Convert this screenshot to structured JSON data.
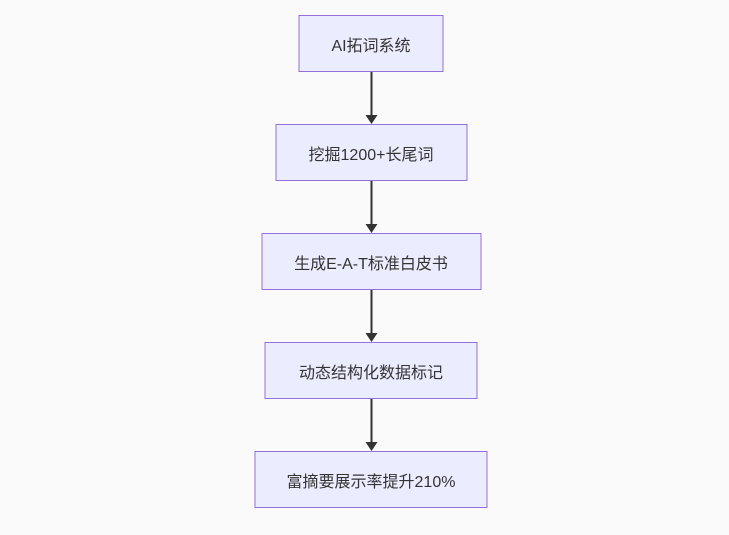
{
  "flowchart": {
    "type": "vertical-flow",
    "nodes": [
      {
        "label": "AI拓词系统"
      },
      {
        "label": "挖掘1200+长尾词"
      },
      {
        "label": "生成E-A-T标准白皮书"
      },
      {
        "label": "动态结构化数据标记"
      },
      {
        "label": "富摘要展示率提升210%"
      }
    ],
    "connections": [
      {
        "from": 0,
        "to": 1
      },
      {
        "from": 1,
        "to": 2
      },
      {
        "from": 2,
        "to": 3
      },
      {
        "from": 3,
        "to": 4
      }
    ],
    "colors": {
      "node_fill": "#ececff",
      "node_border": "#9370db",
      "node_text": "#333333",
      "arrow": "#333333",
      "background": "#fafafa"
    }
  }
}
